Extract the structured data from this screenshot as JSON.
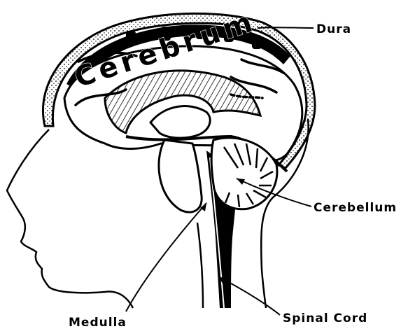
{
  "diagram": {
    "brain_text": "Cerebrum",
    "labels": {
      "dura": "Dura",
      "cerebellum": "Cerebellum",
      "medulla": "Medulla",
      "spinal_cord": "Spinal Cord"
    },
    "colors": {
      "ink": "#000000",
      "paper": "#ffffff"
    }
  }
}
